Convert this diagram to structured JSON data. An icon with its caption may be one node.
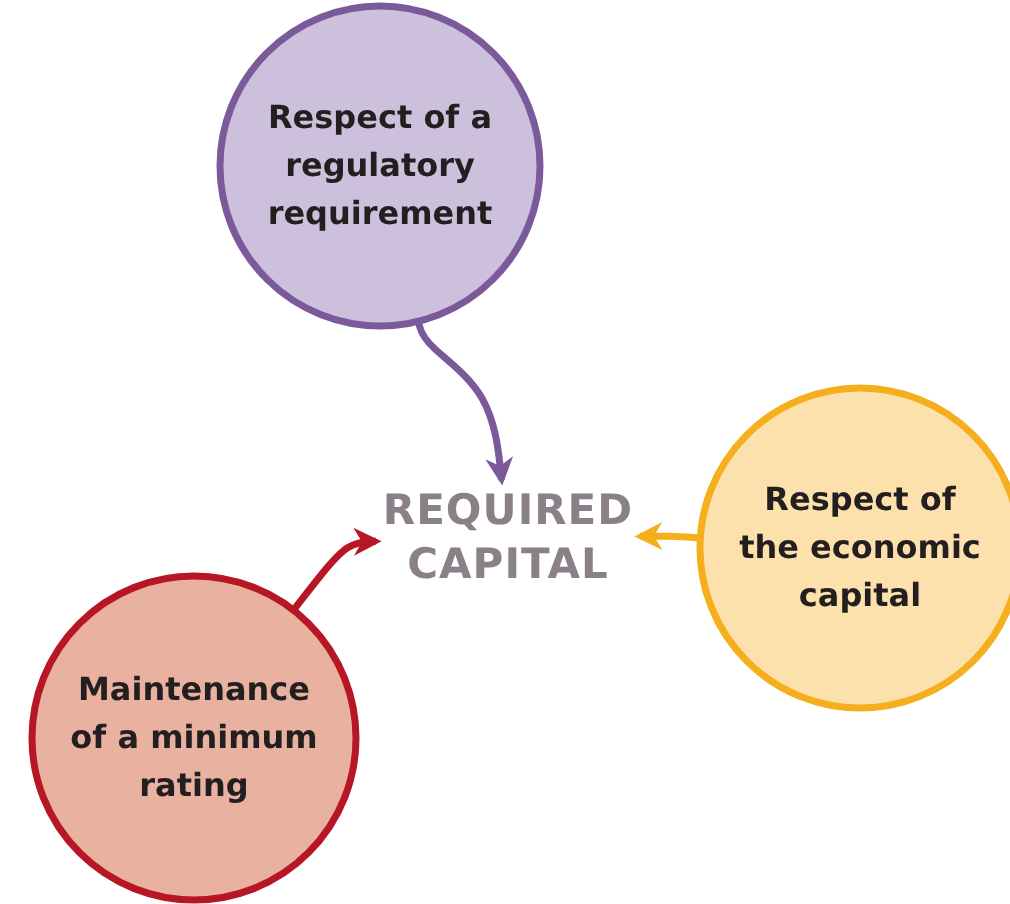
{
  "diagram": {
    "nodes": [
      {
        "text": [
          "REQUIRED CAPITAL"
        ]
      },
      {
        "text": [
          "Respect of a regulatory requirement"
        ]
      },
      {
        "text": [
          "Respect of the economic capital"
        ]
      },
      {
        "text": [
          "Maintenance of a minimum rating"
        ]
      }
    ],
    "edges": [
      {
        "from": 1,
        "to": 0,
        "arrow": "to",
        "color": "#7b5a9b"
      },
      {
        "from": 2,
        "to": 0,
        "arrow": "to",
        "color": "#f5ae1c"
      },
      {
        "from": 3,
        "to": 0,
        "arrow": "to",
        "color": "#b71625"
      }
    ]
  }
}
